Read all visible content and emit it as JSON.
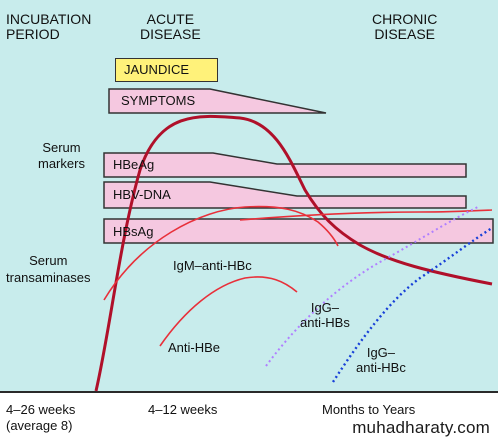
{
  "headers": {
    "incubation": [
      "INCUBATION",
      "PERIOD"
    ],
    "acute": [
      "ACUTE",
      "DISEASE"
    ],
    "chronic": [
      "CHRONIC",
      "DISEASE"
    ]
  },
  "side_labels": {
    "serum_markers": [
      "Serum",
      "markers"
    ],
    "serum_transaminases": [
      "Serum",
      "transaminases"
    ]
  },
  "boxes": {
    "jaundice": "JAUNDICE",
    "symptoms": "SYMPTOMS",
    "hbeag": "HBeAg",
    "hbv_dna": "HBV-DNA",
    "hbsag": "HBsAg"
  },
  "curve_labels": {
    "igm_anti_hbc": "IgM–anti-HBc",
    "anti_hbe": "Anti-HBe",
    "igg_anti_hbs": [
      "IgG–",
      "anti-HBs"
    ],
    "igg_anti_hbc": [
      "IgG–",
      "anti-HBc"
    ]
  },
  "timeline": {
    "incubation": [
      "4–26 weeks",
      "(average 8)"
    ],
    "acute": "4–12 weeks",
    "chronic": "Months to Years"
  },
  "watermark": "muhadharaty.com",
  "colors": {
    "background": "#c8ecec",
    "marker_box": "#f5c8e0",
    "jaundice_box": "#fff27a",
    "dark_red_curve": "#b0102a",
    "red_curve": "#e8303a",
    "violet_dotted": "#b080ff",
    "blue_dotted": "#1840d8"
  }
}
